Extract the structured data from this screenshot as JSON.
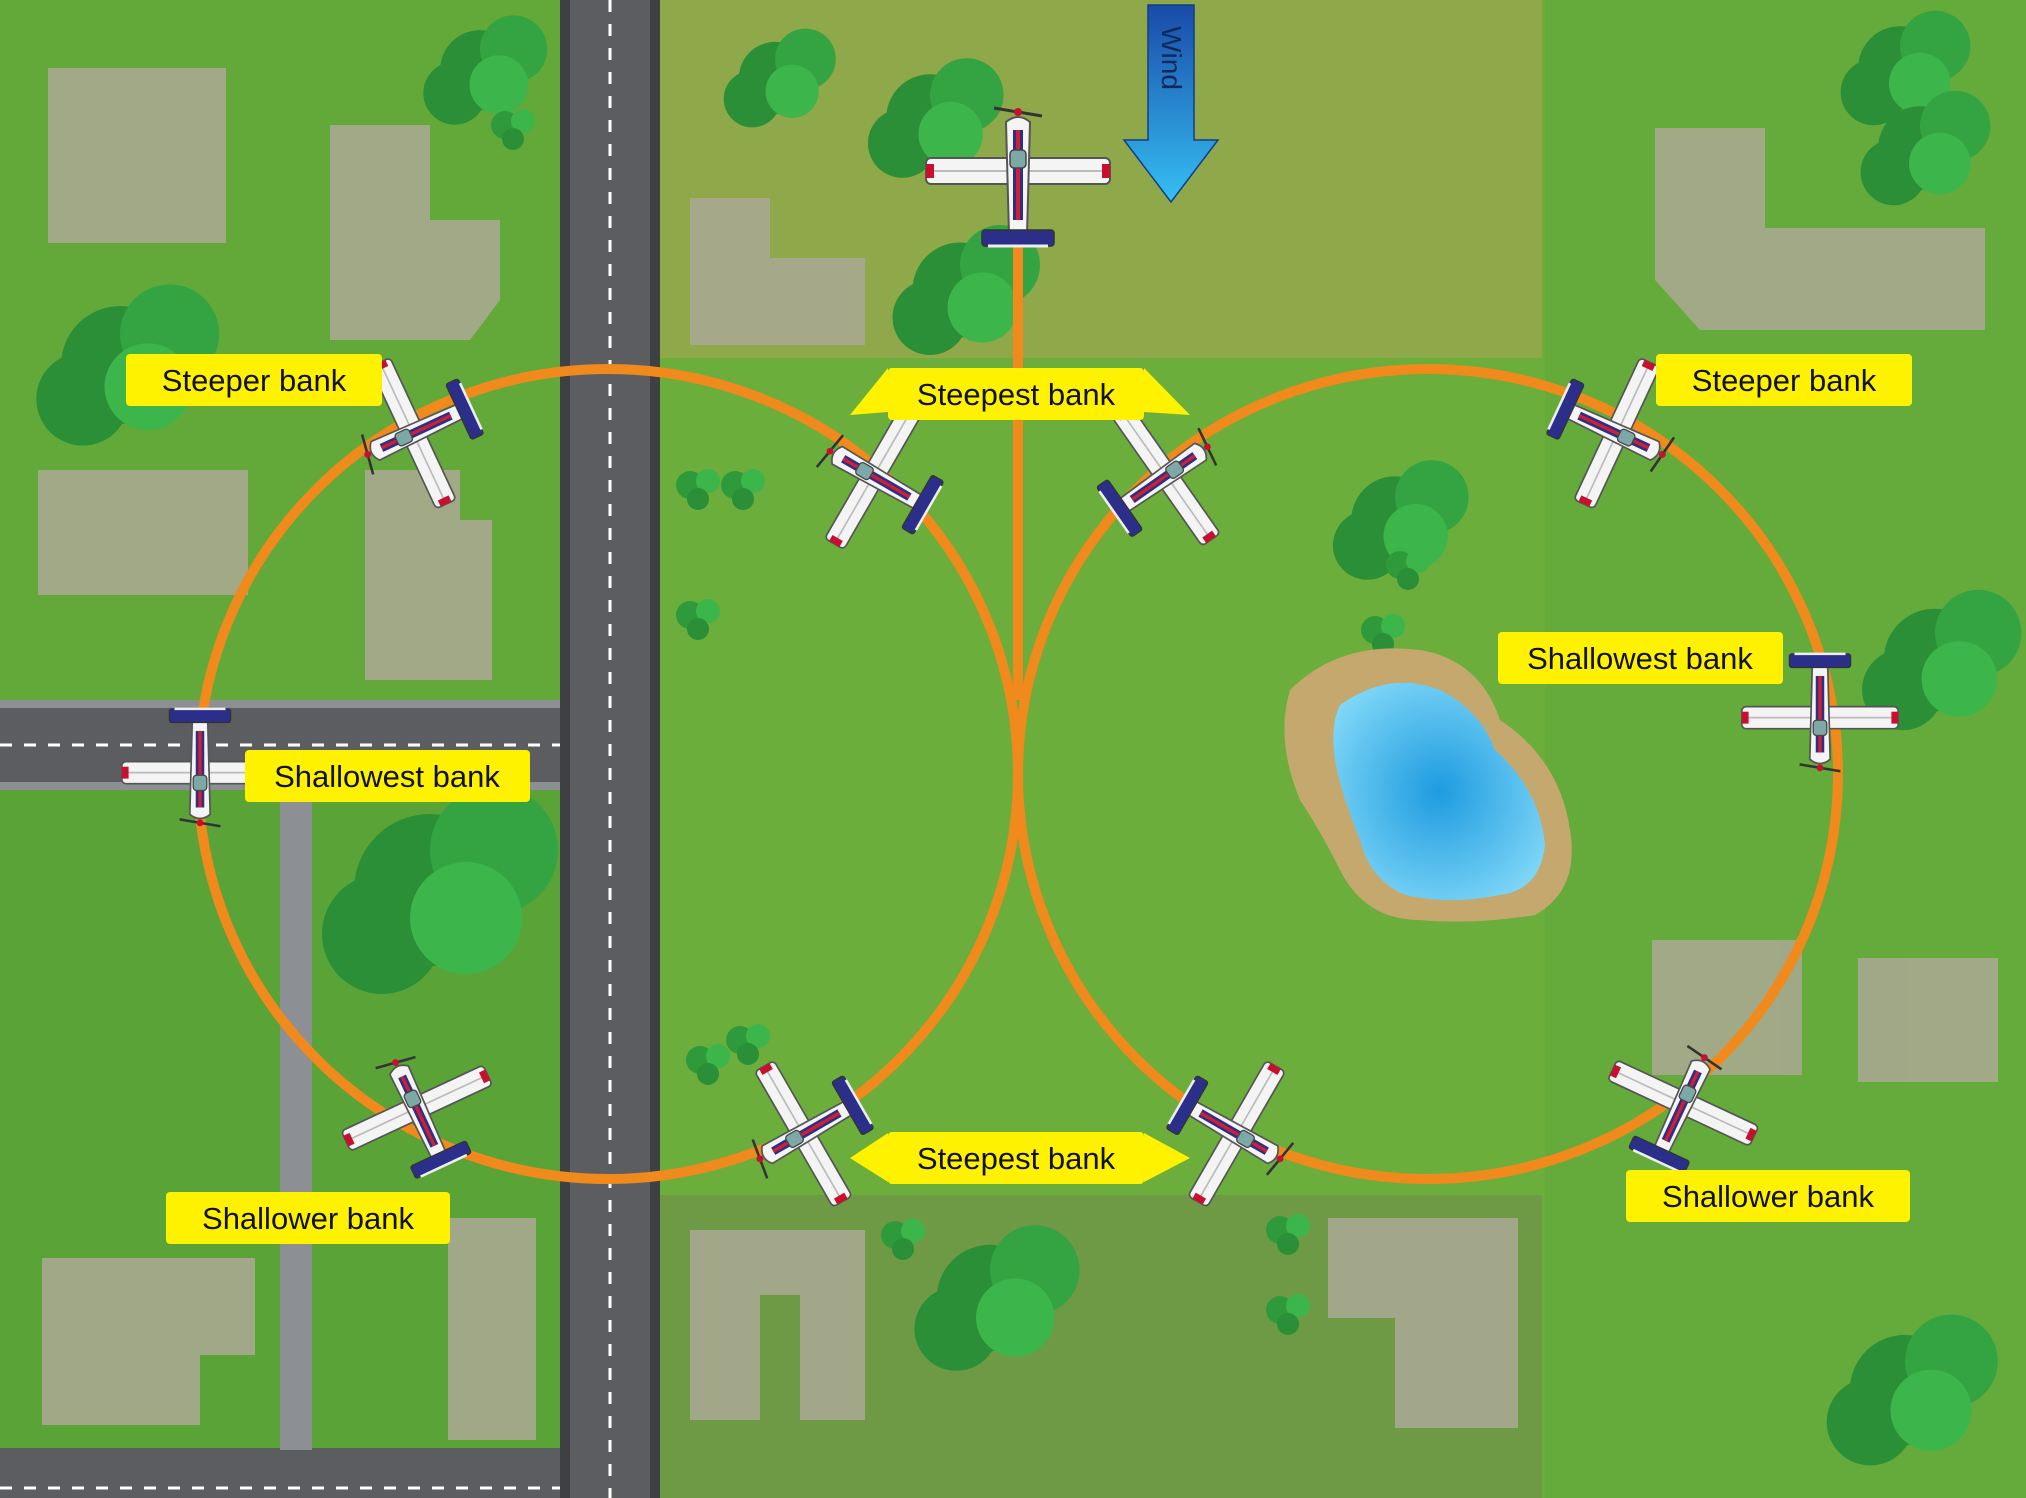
{
  "wind": {
    "label": "Wind"
  },
  "bank_labels": [
    {
      "id": "steeper-left",
      "text": "Steeper bank"
    },
    {
      "id": "steepest-top",
      "text": "Steepest bank"
    },
    {
      "id": "steeper-right",
      "text": "Steeper bank"
    },
    {
      "id": "shallowest-left",
      "text": "Shallowest bank"
    },
    {
      "id": "shallowest-right",
      "text": "Shallowest bank"
    },
    {
      "id": "shallower-left",
      "text": "Shallower bank"
    },
    {
      "id": "steepest-bottom",
      "text": "Steepest bank"
    },
    {
      "id": "shallower-right",
      "text": "Shallower bank"
    }
  ],
  "colors": {
    "grass": "#6cae3c",
    "grass_dark": "#4f9a34",
    "field": "#8fa84a",
    "road": "#5b5d60",
    "road_edge": "#8c8f93",
    "house": "#a7a890",
    "tree": "#2f9a3b",
    "path": "#f08a1c",
    "label_bg": "#fff200",
    "wind_arrow": "#1e88e5",
    "water": "#3bb8ec",
    "plane_accent": "#2b2f8a"
  }
}
